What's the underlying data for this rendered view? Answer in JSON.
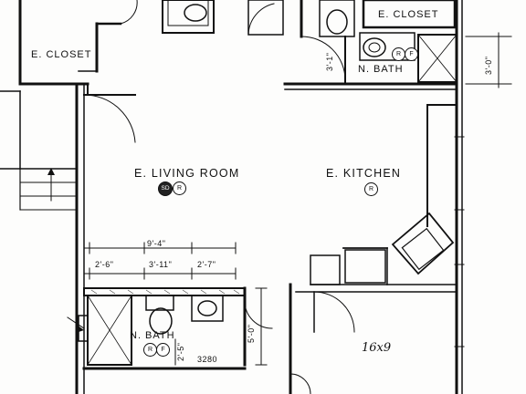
{
  "rooms": {
    "e_closet_left": "E. CLOSET",
    "e_closet_right": "E. CLOSET",
    "n_bath_top": "N. BATH",
    "e_living_room": "E. LIVING ROOM",
    "e_kitchen": "E. KITCHEN",
    "n_bath_bottom": "N. BATH"
  },
  "symbols": {
    "sd": "SD",
    "r": "R",
    "f": "F"
  },
  "dimensions": {
    "top_bath_vertical": "3'-1\"",
    "top_right_vertical": "3'-0\"",
    "overall_width": "9'-4\"",
    "segment_1": "2'-6\"",
    "segment_2": "3'-11\"",
    "segment_3": "2'-7\"",
    "bath_height": "5'-0\"",
    "small_vertical": "2'-5\"",
    "code": "3280"
  },
  "notes": {
    "kitchen_size": "16x9"
  }
}
